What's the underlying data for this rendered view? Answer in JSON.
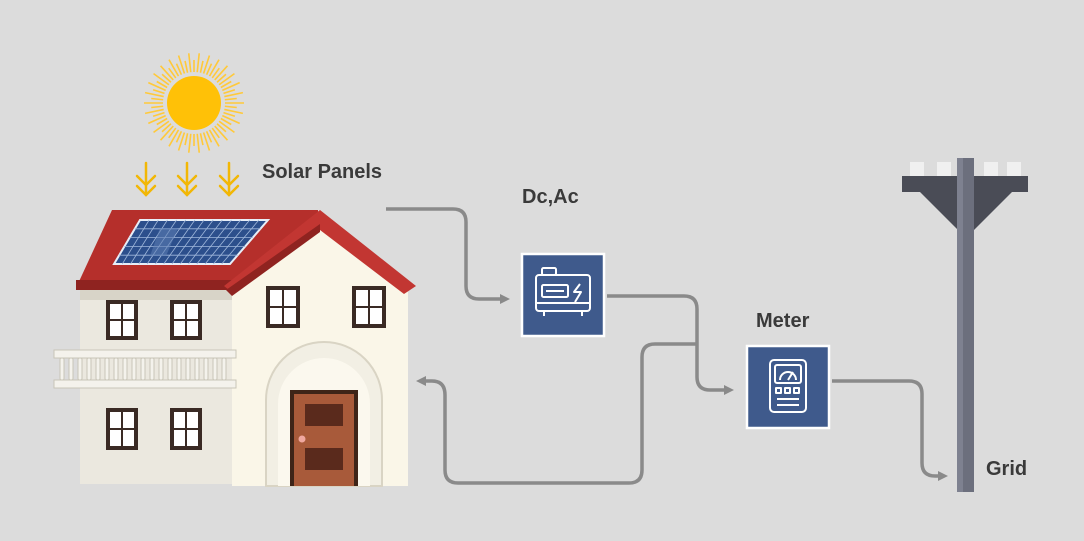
{
  "labels": {
    "solar_panels": "Solar Panels",
    "dc_ac": "Dc,Ac",
    "meter": "Meter",
    "grid": "Grid"
  },
  "colors": {
    "background": "#dcdcdc",
    "sun": "#ffc107",
    "roof": "#b52f2b",
    "box": "#3f5a8c",
    "wire": "#8a8a8a",
    "pole": "#6c6f7d"
  },
  "icons": [
    "sun-icon",
    "inverter-icon",
    "meter-icon",
    "utility-pole-icon",
    "house-icon",
    "solar-panel-icon"
  ]
}
